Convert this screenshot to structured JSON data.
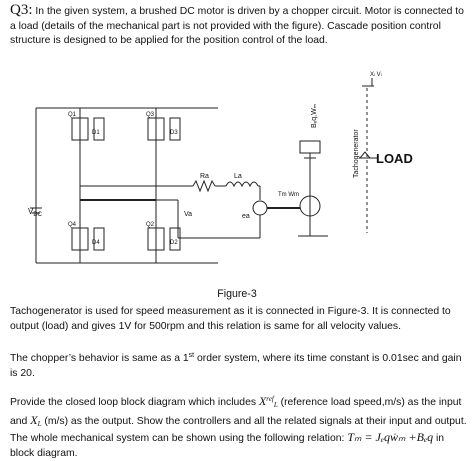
{
  "question": {
    "number": "Q3:",
    "text": "In the given system, a brushed DC motor is driven by a chopper circuit. Motor is connected to a load (details of the mechanical part is not provided with the figure). Cascade position control structure is designed to be applied for the position control of the load."
  },
  "figure": {
    "caption": "Figure-3",
    "labels": {
      "vdc": "V",
      "vdc_sub": "DC",
      "q1": "Q1",
      "d1": "D1",
      "q3": "Q3",
      "d3": "D3",
      "q4": "Q4",
      "d4": "D4",
      "q2": "Q2",
      "d2": "D2",
      "ra": "Ra",
      "la": "La",
      "va": "Va",
      "ea": "ea",
      "tm_wm": "Tm  Wm",
      "beq": "Bₑq,Wₘ",
      "tacho": "Tachogenerator",
      "load": "LOAD",
      "xl": "Xₗ Vₗ"
    }
  },
  "paragraphs": {
    "p1": "Tachogenerator is used for speed measurement as it is connected in Figure-3. It is connected to output (load) and gives 1V for 500rpm and this relation is same for all velocity values.",
    "p2_a": "The chopper’s behavior is same as a 1",
    "p2_sup": "st",
    "p2_b": " order system, where its time constant is 0.01sec and gain is 20.",
    "p3_a": "Provide the closed loop block diagram which includes ",
    "p3_xref": "X",
    "p3_xref_sup": "ref",
    "p3_xref_sub": "L",
    "p3_b": " (reference load speed,m/s) as the input and ",
    "p3_xl": "X",
    "p3_xl_sub": "L",
    "p3_c": " (m/s) as the output. Show the controllers and all the related signals at their input and output.",
    "p4_a": "The whole mechanical system can be shown using the following relation: ",
    "p4_eq": "Tₘ = Jₑqẇₘ +Bₑq",
    "p4_b": " in block diagram."
  }
}
